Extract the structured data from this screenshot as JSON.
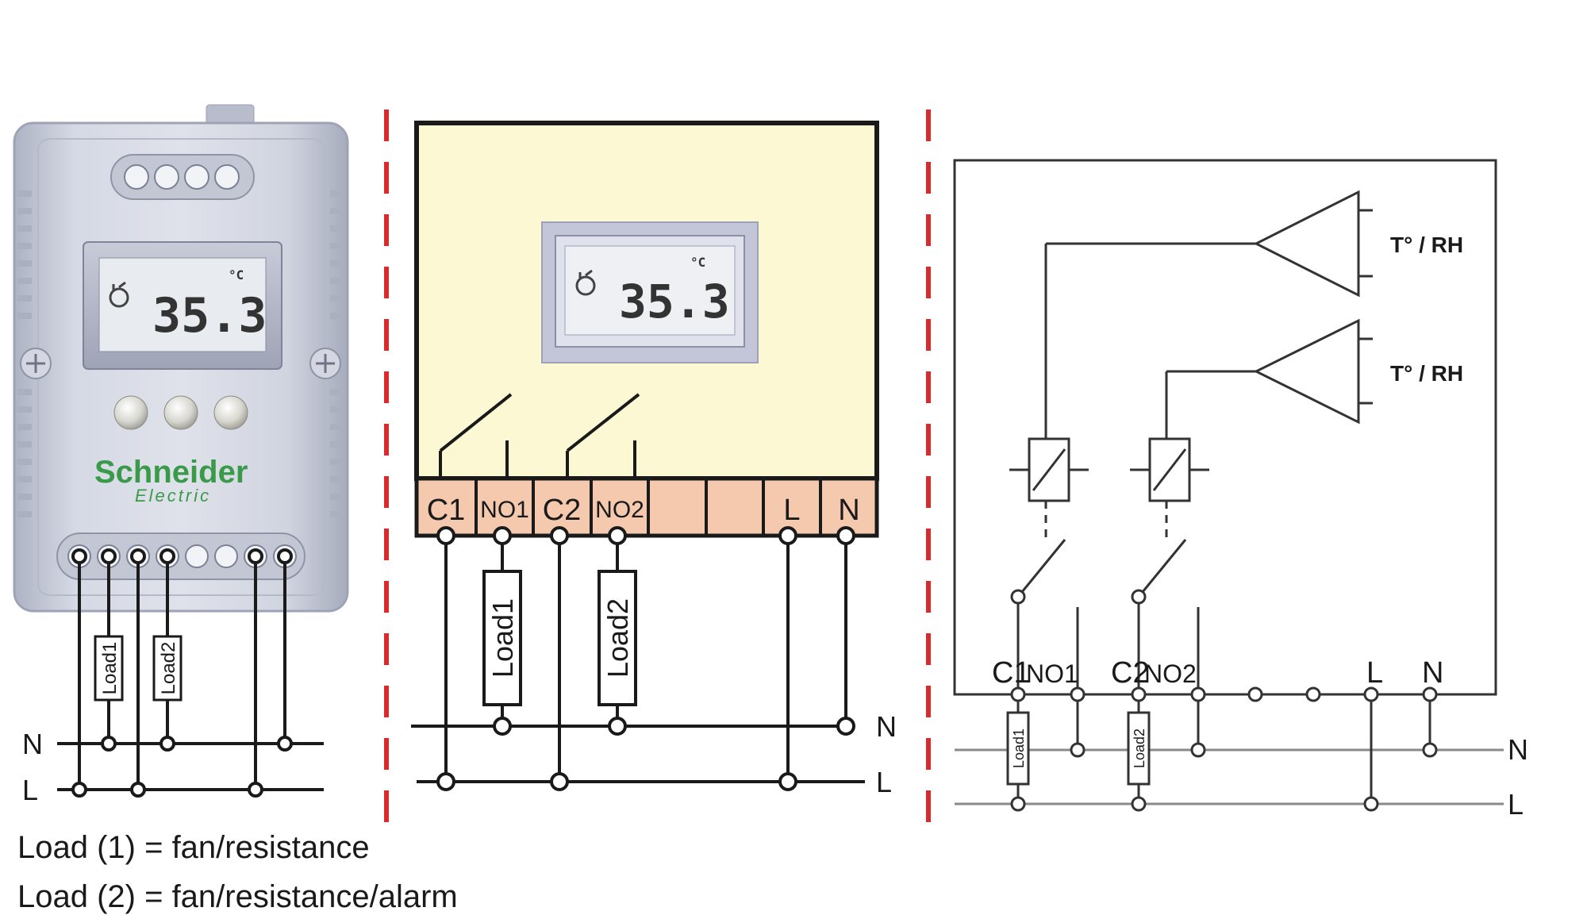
{
  "device": {
    "brand": "Schneider",
    "brand_sub": "Electric",
    "display_value": "35.3",
    "display_unit": "°C"
  },
  "panel1": {
    "loads": [
      "Load1",
      "Load2"
    ],
    "rails": [
      "N",
      "L"
    ]
  },
  "panel2": {
    "display_value": "35.3",
    "display_unit": "°C",
    "terminals": [
      "C1",
      "NO1",
      "C2",
      "NO2",
      "",
      "",
      "L",
      "N"
    ],
    "loads": [
      "Load1",
      "Load2"
    ],
    "rails": [
      "N",
      "L"
    ]
  },
  "panel3": {
    "sensors": [
      "T° / RH",
      "T° / RH"
    ],
    "terminals": [
      "C1",
      "NO1",
      "C2",
      "NO2",
      "L",
      "N"
    ],
    "loads": [
      "Load1",
      "Load2"
    ],
    "rails": [
      "N",
      "L"
    ]
  },
  "legend": [
    "Load (1) = fan/resistance",
    "Load (2) = fan/resistance/alarm"
  ],
  "colors": {
    "separator": "#d92b2b",
    "panel_fill": "#fcf8d4",
    "terminal_fill": "#f4c9ad",
    "device_body": "#c9ceda",
    "brand_green": "#3a9a4a"
  }
}
